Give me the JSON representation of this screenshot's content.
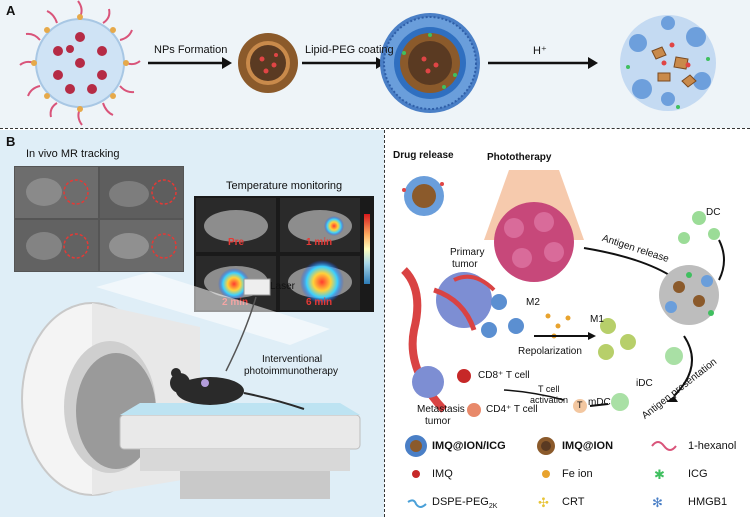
{
  "panel_a": {
    "letter": "A",
    "steps": [
      "NPs Formation",
      "Lipid-PEG coating",
      "H⁺"
    ]
  },
  "panel_b": {
    "letter": "B",
    "mr_title": "In vivo MR tracking",
    "temp_title": "Temperature monitoring",
    "temp_labels": [
      "Pre",
      "1 min",
      "2 min",
      "6 min"
    ],
    "laser": "Laser",
    "interventional": [
      "Interventional",
      "photoimmunotherapy"
    ],
    "drug_release": "Drug release",
    "phototherapy": "Phototherapy",
    "primary_tumor": [
      "Primary",
      "tumor"
    ],
    "antigen_release": "Antigen release",
    "dc": "DC",
    "m2": "M2",
    "m1": "M1",
    "repolarization": "Repolarization",
    "cd8": "CD8⁺ T cell",
    "cd4": "CD4⁺ T cell",
    "t_activation": [
      "T cell",
      "activation"
    ],
    "metastasis": [
      "Metastasis",
      "tumor"
    ],
    "t_label": "T",
    "mdc": "mDC",
    "idc": "iDC",
    "antigen_presentation": "Antigen presentation"
  },
  "legend": {
    "imq_ion_icg": "IMQ@ION/ICG",
    "imq_ion": "IMQ@ION",
    "hexanol": "1-hexanol",
    "imq": "IMQ",
    "fe_ion": "Fe ion",
    "icg": "ICG",
    "dspe": "DSPE-PEG",
    "dspe_sub": "2K",
    "crt": "CRT",
    "hmgb1": "HMGB1"
  },
  "colors": {
    "panel_a_bg": "#eef4f8",
    "panel_b_left_bg": "#dfeef7",
    "imq_red": "#c62828",
    "vessel": "#d94343",
    "heat_red": "#e53935"
  }
}
